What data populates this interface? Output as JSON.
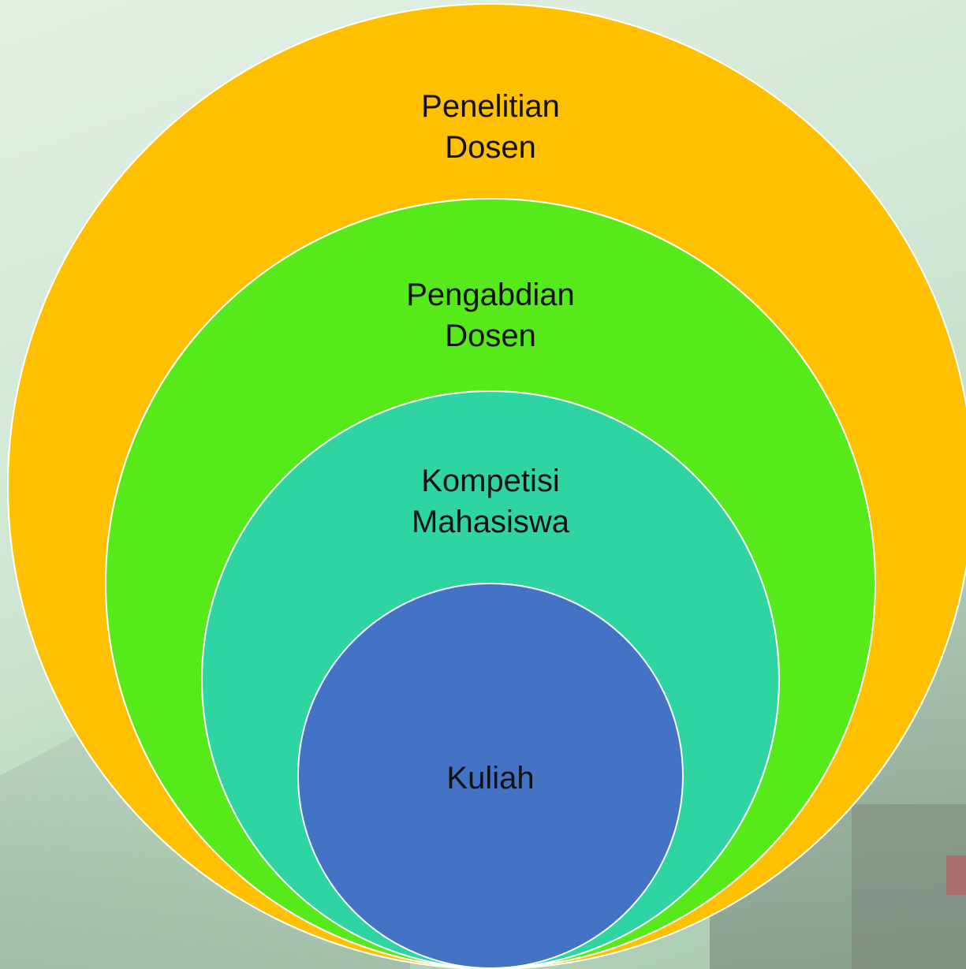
{
  "diagram": {
    "type": "nested-circles",
    "rings": [
      {
        "id": "outer",
        "line1": "Penelitian",
        "line2": "Dosen",
        "color": "#FFC000"
      },
      {
        "id": "second",
        "line1": "Pengabdian",
        "line2": "Dosen",
        "color": "#56EA1A"
      },
      {
        "id": "third",
        "line1": "Kompetisi",
        "line2": "Mahasiswa",
        "color": "#2ED5A3"
      },
      {
        "id": "inner",
        "line1": "Kuliah",
        "line2": "",
        "color": "#4472C4"
      }
    ]
  }
}
